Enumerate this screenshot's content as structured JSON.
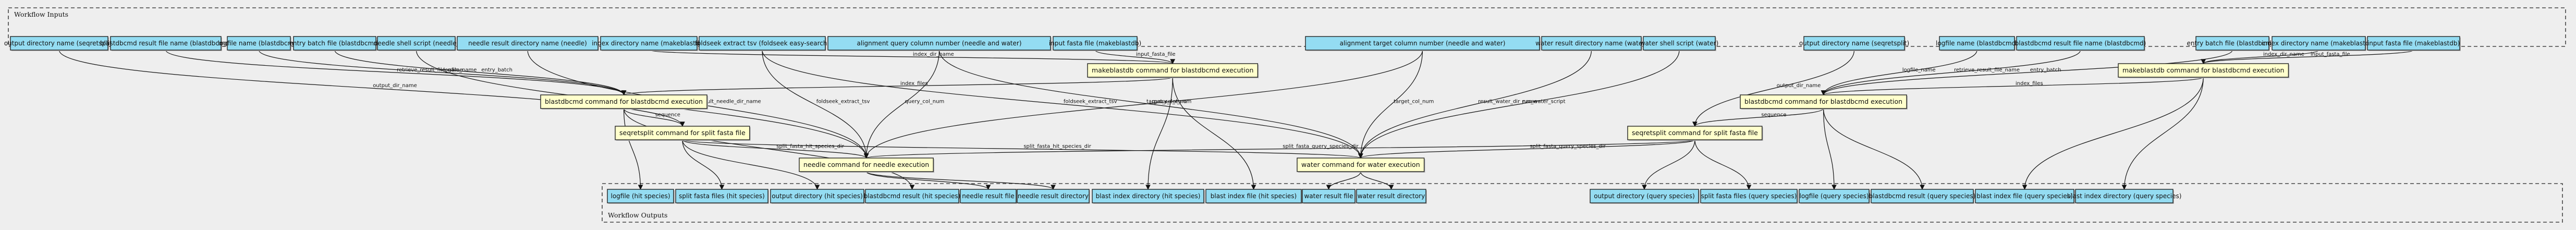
{
  "inputs_cluster": {
    "title": "Workflow Inputs",
    "nodes": [
      "output directory name (seqretsplit)",
      "blastdbcmd result file name (blastdbcmd)",
      "logfile name (blastdbcmd)",
      "entry batch file (blastdbcmd)",
      "needle shell script (needle)",
      "needle result directory name (needle)",
      "index directory name (makeblastdb)",
      "foldseek extract tsv (foldseek easy-search)",
      "alignment query column number (needle and water)",
      "input fasta file (makeblastdb)",
      "alignment target column number (needle and water)",
      "water result directory name (water)",
      "water shell script (water)",
      "output directory name (seqretsplit)",
      "logfile name (blastdbcmd)",
      "blastdbcmd result file name (blastdbcmd)",
      "entry batch file (blastdbcmd)",
      "index directory name (makeblastdb)",
      "input fasta file (makeblastdb)"
    ]
  },
  "commands": [
    "blastdbcmd command for blastdbcmd execution",
    "makeblastdb command for blastdbcmd execution",
    "seqretsplit command for split fasta file",
    "needle command for needle execution",
    "water command for water execution",
    "seqretsplit command for split fasta file",
    "blastdbcmd command for blastdbcmd execution",
    "makeblastdb command for blastdbcmd execution"
  ],
  "outputs_cluster": {
    "title": "Workflow Outputs",
    "nodes": [
      "logfile (hit species)",
      "split fasta files (hit species)",
      "output directory (hit species)",
      "blastdbcmd result (hit species)",
      "needle result file",
      "needle result directory",
      "blast index directory (hit species)",
      "blast index file (hit species)",
      "water result file",
      "water result directory",
      "output directory (query species)",
      "split fasta files (query species)",
      "logfile (query species)",
      "blastdbcmd result (query species)",
      "blast index file (query species)",
      "blast index directory (query species)"
    ]
  },
  "edge_labels": {
    "retrieve_result_file_name": "retrieve_result_file_name",
    "logfile_name": "logfile_name",
    "entry_batch": "entry_batch",
    "output_dir_name": "output_dir_name",
    "index_dir_name": "index_dir_name",
    "input_fasta_file": "input_fasta_file",
    "index_files": "index_files",
    "sequence": "sequence",
    "run_needle_script": "run_needle_script",
    "result_needle_dir_name": "result_needle_dir_name",
    "foldseek_extract_tsv": "foldseek_extract_tsv",
    "query_col_num": "query_col_num",
    "target_col_num": "target_col_num",
    "result_water_dir_name": "result_water_dir_name",
    "run_water_script": "run_water_script",
    "split_fasta_hit_species_dir": "split_fasta_hit_species_dir",
    "split_fasta_query_species_dir": "split_fasta_query_species_dir"
  }
}
